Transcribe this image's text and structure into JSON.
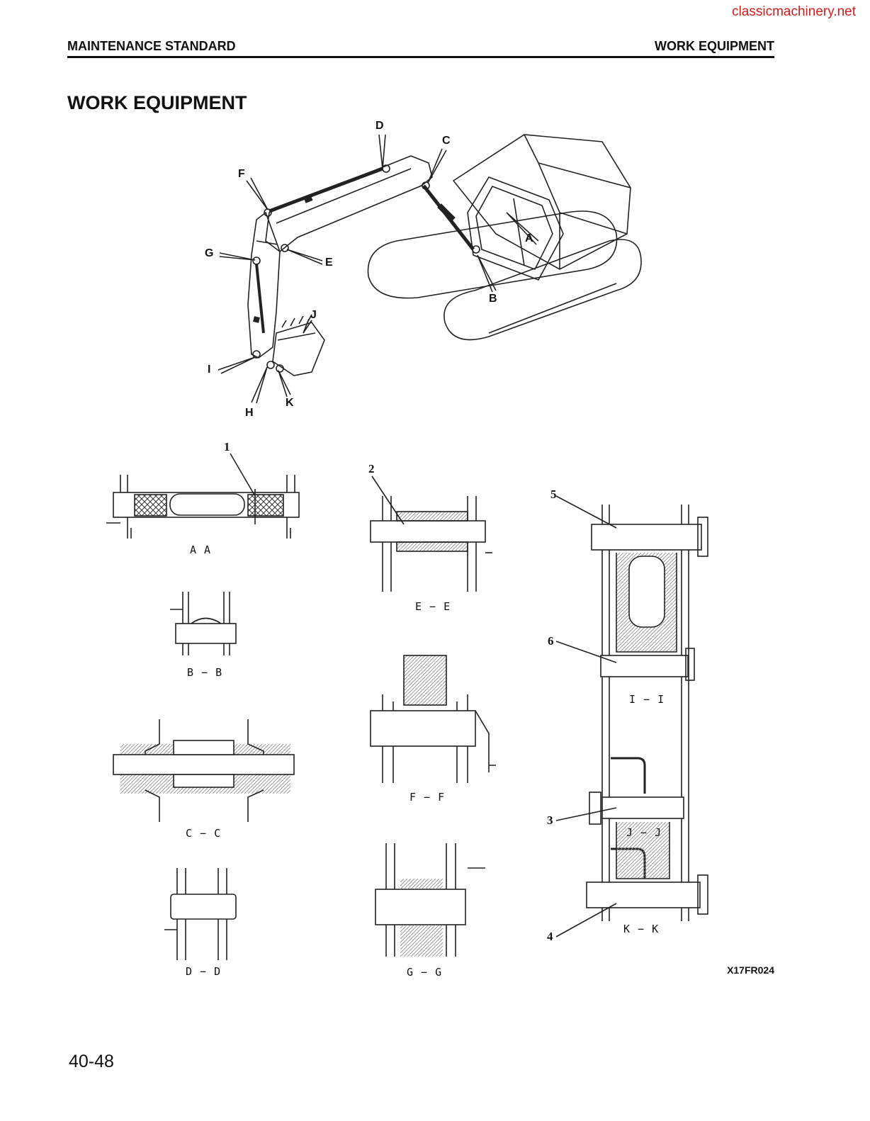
{
  "watermark": "classicmachinery.net",
  "header": {
    "left": "MAINTENANCE STANDARD",
    "right": "WORK EQUIPMENT"
  },
  "title": "WORK EQUIPMENT",
  "callouts": [
    "A",
    "B",
    "C",
    "D",
    "E",
    "F",
    "G",
    "H",
    "I",
    "J",
    "K"
  ],
  "sections": {
    "aa": "A   A",
    "bb": "B − B",
    "cc": "C − C",
    "dd": "D − D",
    "ee": "E − E",
    "ff": "F − F",
    "gg": "G − G",
    "ii": "I − I",
    "jj": "J − J",
    "kk": "K − K"
  },
  "part_numbers": [
    "1",
    "2",
    "3",
    "4",
    "5",
    "6"
  ],
  "figure_code": "X17FR024",
  "page_number": "40-48"
}
